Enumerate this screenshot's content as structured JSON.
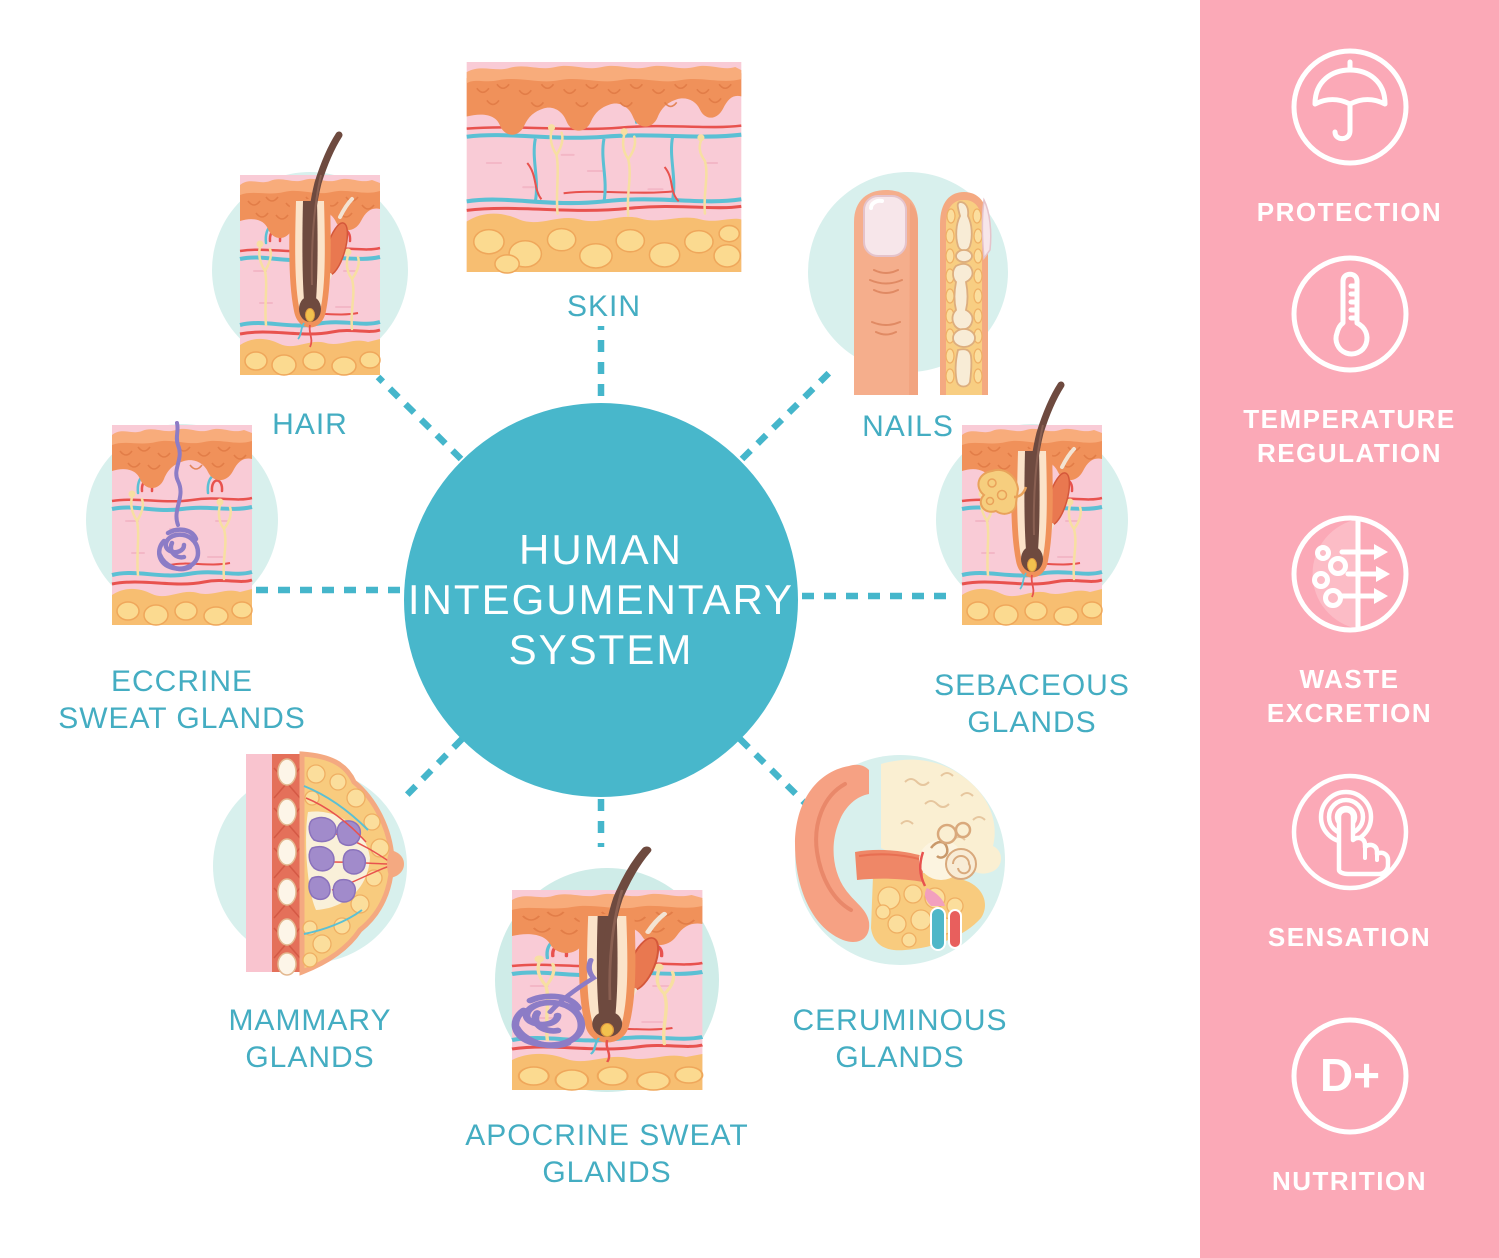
{
  "title": {
    "text": "HUMAN INTEGUMENTARY SYSTEM",
    "lines": [
      "HUMAN",
      "INTEGUMENTARY",
      "SYSTEM"
    ]
  },
  "nodes": {
    "skin": {
      "label": "SKIN"
    },
    "hair": {
      "label": "HAIR"
    },
    "nails": {
      "label": "NAILS"
    },
    "eccrine": {
      "label": "ECCRINE SWEAT GLANDS"
    },
    "sebaceous": {
      "label": "SEBACEOUS GLANDS"
    },
    "mammary": {
      "label": "MAMMARY GLANDS"
    },
    "apocrine": {
      "label": "APOCRINE SWEAT GLANDS"
    },
    "ceruminous": {
      "label": "CERUMINOUS GLANDS"
    }
  },
  "sidebar": {
    "items": [
      {
        "id": "protection",
        "icon": "umbrella-icon",
        "label": "PROTECTION"
      },
      {
        "id": "temperature-regulation",
        "icon": "thermometer-icon",
        "label": "TEMPERATURE REGULATION"
      },
      {
        "id": "waste-excretion",
        "icon": "filter-arrows-icon",
        "label": "WASTE EXCRETION"
      },
      {
        "id": "sensation",
        "icon": "touch-finger-icon",
        "label": "SENSATION"
      },
      {
        "id": "nutrition",
        "icon": "vitamin-d-icon",
        "label": "NUTRITION",
        "icon_text": "D+"
      }
    ]
  },
  "colors": {
    "accent_teal": "#48B7CB",
    "label_teal": "#44ADC2",
    "sidebar_pink": "#FBA9B7",
    "tile_circle_teal": "#D8F0ED",
    "dermis_pink": "#F9CBD6",
    "epidermis_orange": "#F0915A",
    "fat_yellow": "#F7BE71",
    "gland_purple": "#8C7CC6",
    "hair_brown": "#6E4A3F"
  }
}
